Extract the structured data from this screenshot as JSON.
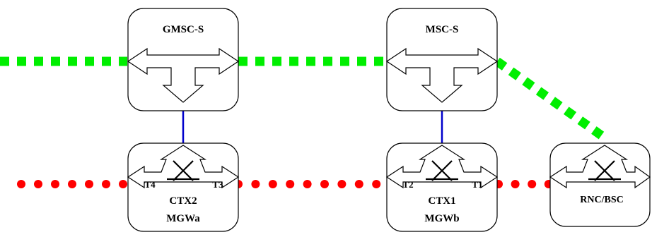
{
  "nodes": {
    "gmsc": {
      "label": "GMSC-S"
    },
    "msc": {
      "label": "MSC-S"
    },
    "mgwa": {
      "label_top": "CTX2",
      "label_bottom": "MGWa",
      "port_left": "T4",
      "port_right": "T3"
    },
    "mgwb": {
      "label_top": "CTX1",
      "label_bottom": "MGWb",
      "port_left": "T2",
      "port_right": "T1"
    },
    "rnc": {
      "label": "RNC/BSC"
    }
  },
  "colors": {
    "signalling_link": "#00ee00",
    "bearer_link": "#ff0000",
    "control_link": "#0000cc",
    "box_stroke": "#000000",
    "background": "#ffffff"
  },
  "icons": {
    "server_node": "bidirectional-t-arrow-icon",
    "media_gateway": "switch-cross-arrow-icon"
  }
}
